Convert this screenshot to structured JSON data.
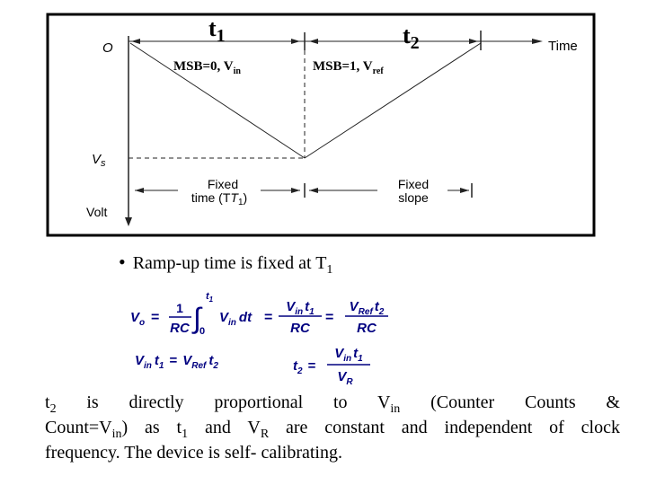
{
  "diagram": {
    "t1_label": "t",
    "t1_sub": "1",
    "t2_label": "t",
    "t2_sub": "2",
    "origin_label": "O",
    "time_label": "Time",
    "msb0_main": "MSB=0, V",
    "msb0_sub": "in",
    "msb1_main": "MSB=1, V",
    "msb1_sub": "ref",
    "vs_label": "V",
    "vs_sub": "s",
    "fixed_time_line1": "Fixed",
    "fixed_time_line2": "time (T",
    "fixed_time_sub": "1",
    "fixed_time_close": ")",
    "fixed_slope_line1": "Fixed",
    "fixed_slope_line2": "slope",
    "volt_label": "Volt",
    "colors": {
      "frame": "#000000",
      "axis": "#222222",
      "equation": "#000080"
    }
  },
  "bullet": {
    "text": "Ramp-up time is fixed at T",
    "sub": "1"
  },
  "equations": {
    "vo": "V",
    "vo_sub": "o",
    "eq": "=",
    "one": "1",
    "rc": "RC",
    "int_upper": "t",
    "int_upper_sub": "1",
    "int_lower": "0",
    "vin_dt": "V",
    "vin_sub": "in",
    "dt": "dt",
    "frac_num_v": "V",
    "frac_num_in": "in",
    "frac_num_t": "t",
    "frac_num_t_sub": "1",
    "frac_ref_v": "V",
    "frac_ref_sub": "Ref",
    "frac_ref_t": "t",
    "frac_ref_t_sub": "2",
    "line2_left": "V",
    "line2_in": "in",
    "line2_t1": "t",
    "line2_t1_sub": "1",
    "line2_eq": "=",
    "line2_vref": "V",
    "line2_ref": "Ref",
    "line2_t2": "t",
    "line2_t2_sub": "2",
    "t2_lhs": "t",
    "t2_lhs_sub": "2",
    "vr": "V",
    "vr_sub": "R"
  },
  "paragraph": {
    "line1_a": "t",
    "line1_a_sub": "2",
    "line1_b": " is directly proportional to V",
    "line1_b_sub": "in",
    "line1_c": " (Counter Counts &",
    "line2_a": "Count=V",
    "line2_a_sub": "in",
    "line2_b": ") as t",
    "line2_b_sub": "1",
    "line2_c": " and V",
    "line2_c_sub": "R",
    "line2_d": " are constant and independent of clock",
    "line3": "frequency. The device is self- calibrating."
  }
}
